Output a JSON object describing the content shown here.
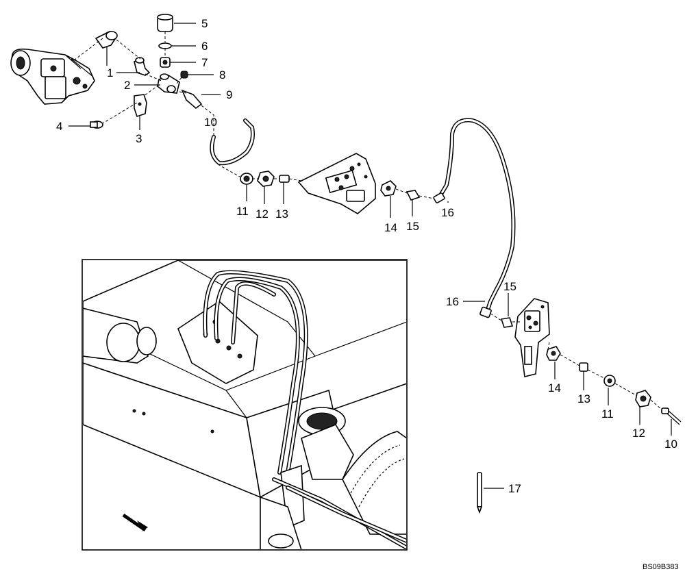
{
  "drawing_code": "BS09B383",
  "callouts": {
    "c1": "1",
    "c2": "2",
    "c3": "3",
    "c4": "4",
    "c5": "5",
    "c6": "6",
    "c7": "7",
    "c8": "8",
    "c9": "9",
    "c10a": "10",
    "c11a": "11",
    "c12a": "12",
    "c13a": "13",
    "c14a": "14",
    "c15a": "15",
    "c16a": "16",
    "c16b": "16",
    "c15b": "15",
    "c14b": "14",
    "c13b": "13",
    "c11b": "11",
    "c12b": "12",
    "c10b": "10",
    "c17": "17"
  }
}
